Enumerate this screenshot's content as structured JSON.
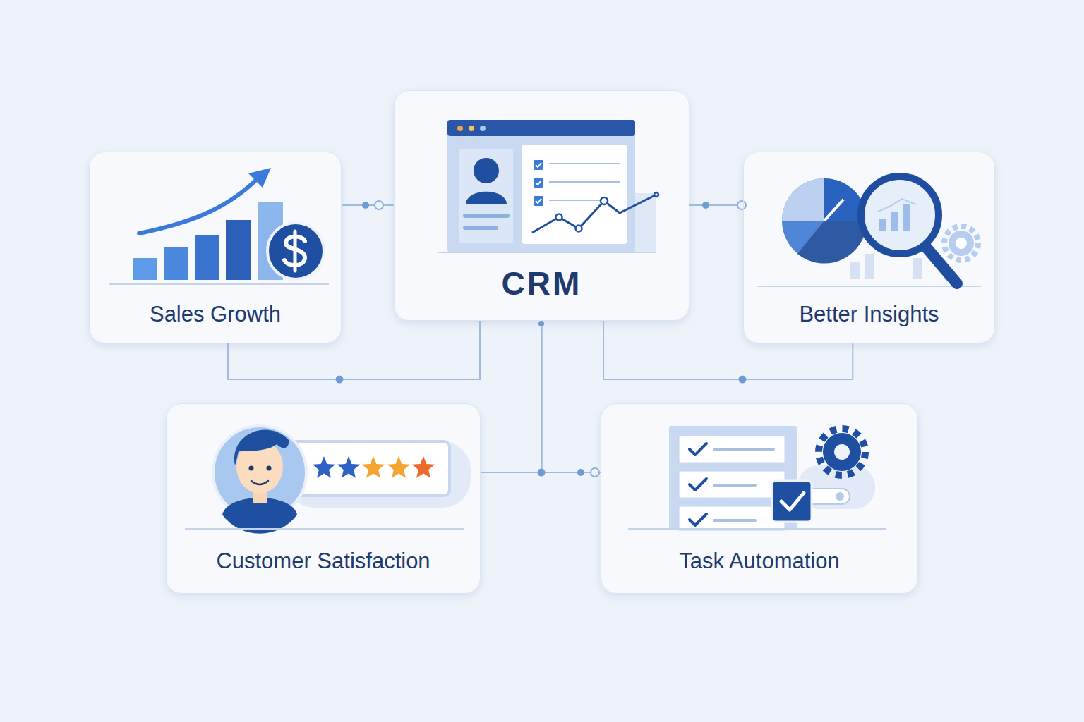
{
  "diagram": {
    "nodes": [
      {
        "text": [
          "Sales Growth"
        ]
      },
      {
        "text": [
          "CRM"
        ]
      },
      {
        "text": [
          "Better Insights"
        ]
      },
      {
        "text": [
          "Customer Satisfaction"
        ]
      },
      {
        "text": [
          "Task Automation"
        ]
      }
    ],
    "edges": [
      {
        "from": 0,
        "to": 1,
        "arrow": "none"
      },
      {
        "from": 1,
        "to": 2,
        "arrow": "none"
      },
      {
        "from": 0,
        "to": 1,
        "arrow": "none"
      },
      {
        "from": 2,
        "to": 1,
        "arrow": "none"
      },
      {
        "from": 1,
        "to": 3,
        "arrow": "none"
      },
      {
        "from": 1,
        "to": 4,
        "arrow": "none"
      }
    ]
  }
}
